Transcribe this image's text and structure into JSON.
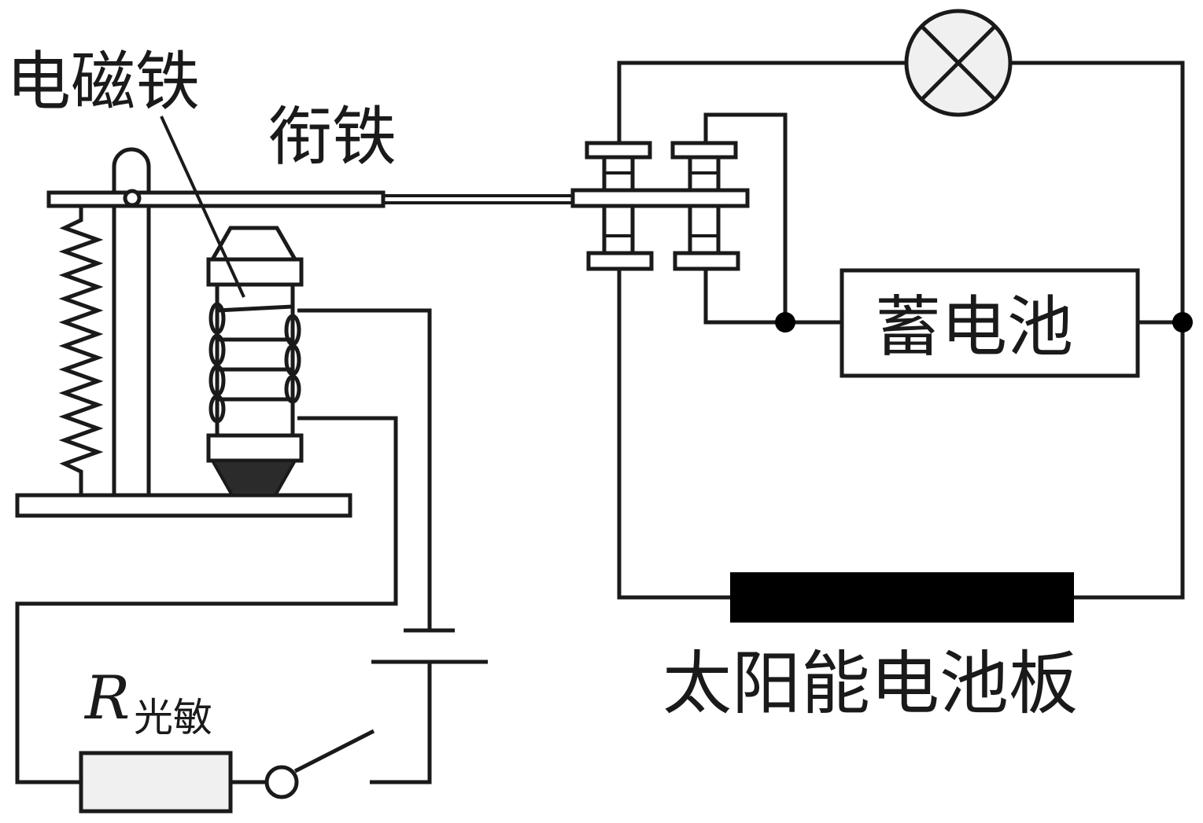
{
  "labels": {
    "electromagnet": "电磁铁",
    "armature": "衔铁",
    "battery": "蓄电池",
    "solar_panel": "太阳能电池板",
    "photoresistor_symbol": "R",
    "photoresistor_subscript": "光敏"
  },
  "colors": {
    "stroke": "#1a1a1a",
    "fill_light": "#f0f0f0",
    "fill_dark": "#2b2b2b",
    "fill_black": "#000000"
  }
}
